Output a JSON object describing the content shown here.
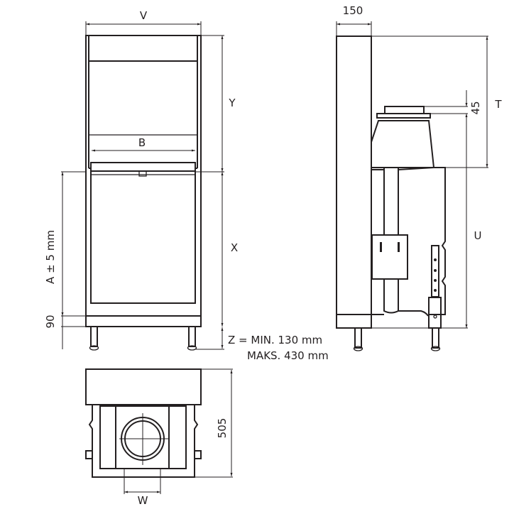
{
  "front_view": {
    "dim_width": "V",
    "dim_upper_height": "Y",
    "dim_lower_height": "X",
    "dim_opening_width": "B",
    "dim_opening_height": "A ± 5 mm",
    "dim_base": "90",
    "dim_leg_z_min": "Z = MIN. 130 mm",
    "dim_leg_z_max": "MAKS. 430 mm"
  },
  "side_view": {
    "dim_panel_depth": "150",
    "dim_collar": "45",
    "dim_top": "T",
    "dim_body": "U"
  },
  "top_view": {
    "dim_depth": "505",
    "dim_flue": "W"
  },
  "colors": {
    "line": "#231f20",
    "background": "#ffffff"
  }
}
